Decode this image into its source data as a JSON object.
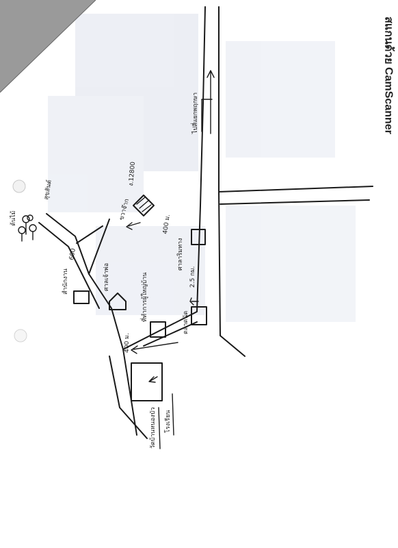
{
  "watermark": {
    "text": "สแกนด้วย CamScanner"
  },
  "map": {
    "labels": {
      "intersection_road": "ไปสี่แยกพฤกษา",
      "landmark_area": "ขวาจ๊าก",
      "area_code": "ง.12800",
      "distance_top": "400 ม.",
      "dwelling_label": "สุขสันต์",
      "distance_small": "600",
      "market": "ตลาดนัด",
      "hut": "ศาลาริมทาง",
      "distance_mid": "2.5 กม.",
      "shrine": "ศาลเจ้าพ่อ",
      "village_hall": "ที่ทำการผู้ใหญ่บ้าน",
      "school": "โรงเรียน",
      "distance_bottom": "400 ม.",
      "office": "สำนักงาน",
      "temple": "วัดบ้านหนองบัว",
      "trees_note": "ต้นไม้"
    }
  }
}
